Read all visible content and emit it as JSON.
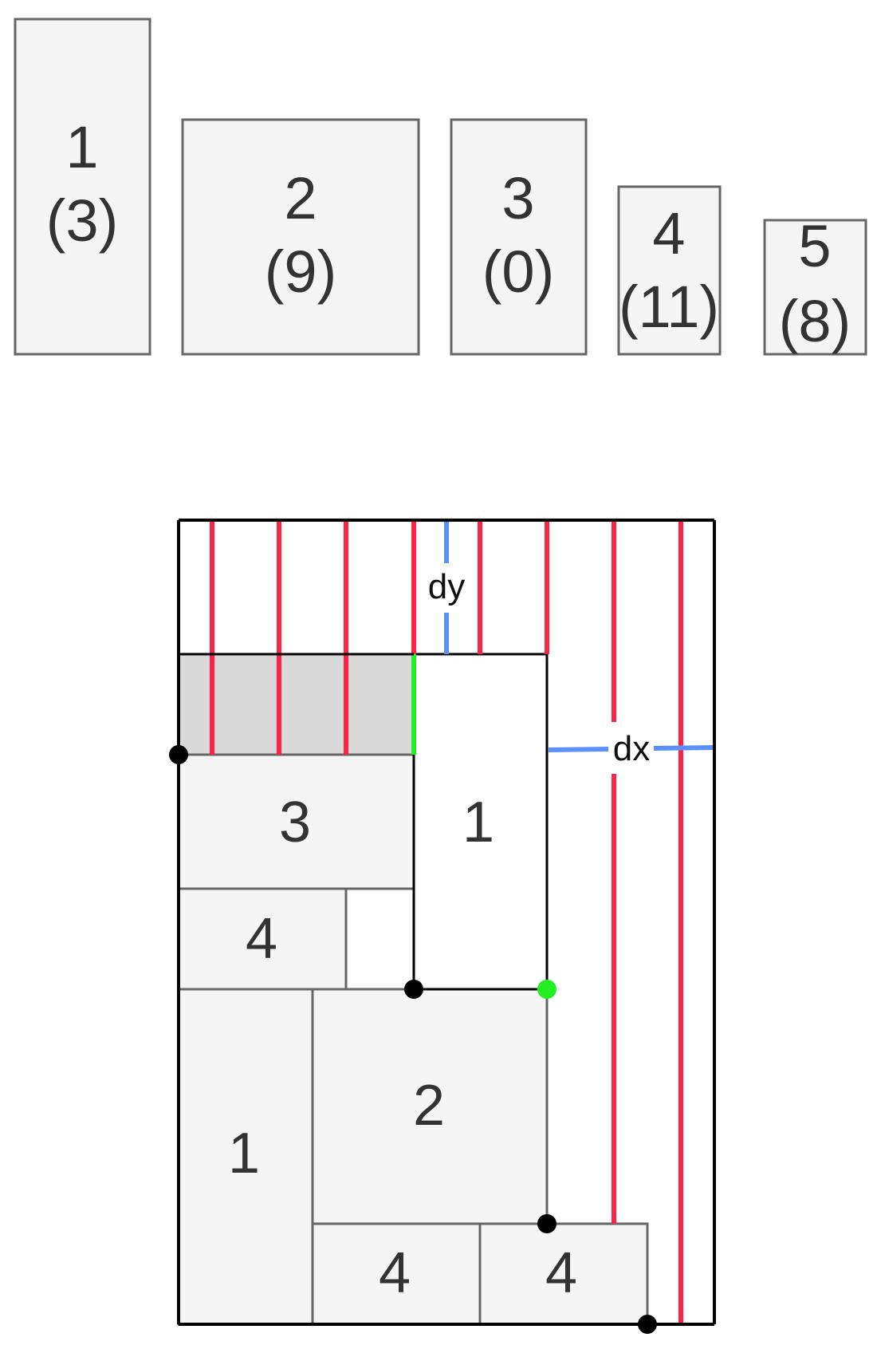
{
  "items": [
    {
      "id": "1",
      "count": "(3)"
    },
    {
      "id": "2",
      "count": "(9)"
    },
    {
      "id": "3",
      "count": "(0)"
    },
    {
      "id": "4",
      "count": "(11)"
    },
    {
      "id": "5",
      "count": "(8)"
    }
  ],
  "placed": [
    {
      "label": "3"
    },
    {
      "label": "4"
    },
    {
      "label": "1"
    },
    {
      "label": "2"
    },
    {
      "label": "4"
    },
    {
      "label": "4"
    }
  ],
  "candidate_label": "1",
  "dy_label": "dy",
  "dx_label": "dx",
  "colors": {
    "red": "#ff2244",
    "blue": "#5b8ff9",
    "green": "#22ee22",
    "fill": "#f5f5f5",
    "shaded": "#d9d9d9",
    "stroke": "#666666"
  }
}
